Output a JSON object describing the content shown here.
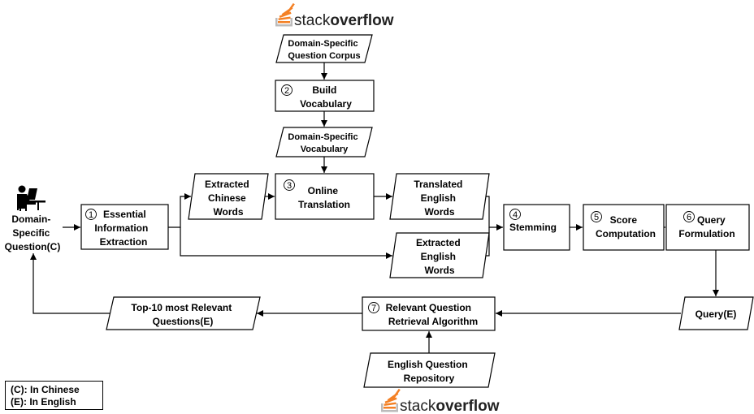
{
  "logos": {
    "top": "stackoverflow",
    "bottom": "stackoverflow"
  },
  "user": {
    "icon": "user-at-desk-icon",
    "label": [
      "Domain-",
      "Specific",
      "Question(C)"
    ]
  },
  "data_nodes": {
    "question_corpus": [
      "Domain-Specific",
      "Question Corpus"
    ],
    "domain_vocabulary": [
      "Domain-Specific",
      "Vocabulary"
    ],
    "extracted_chinese_words": [
      "Extracted",
      "Chinese",
      "Words"
    ],
    "translated_english_words": [
      "Translated",
      "English",
      "Words"
    ],
    "extracted_english_words": [
      "Extracted",
      "English",
      "Words"
    ],
    "query_e": [
      "Query(E)"
    ],
    "top10_questions": [
      "Top-10 most Relevant",
      "Questions(E)"
    ],
    "english_repository": [
      "English Question",
      "Repository"
    ]
  },
  "process_nodes": {
    "build_vocabulary": {
      "number": "2",
      "label": [
        "Build",
        "Vocabulary"
      ]
    },
    "info_extraction": {
      "number": "1",
      "label": [
        "Essential",
        "Information",
        "Extraction"
      ]
    },
    "online_translation": {
      "number": "3",
      "label": [
        "Online",
        "Translation"
      ]
    },
    "stemming": {
      "number": "4",
      "label": [
        "Stemming"
      ]
    },
    "score_computation": {
      "number": "5",
      "label": [
        "Score",
        "Computation"
      ]
    },
    "query_formulation": {
      "number": "6",
      "label": [
        "Query",
        "Formulation"
      ]
    },
    "retrieval_algorithm": {
      "number": "7",
      "label": [
        "Relevant Question",
        "Retrieval Algorithm"
      ]
    }
  },
  "legend": {
    "chinese": "(C): In Chinese",
    "english": "(E): In English"
  },
  "colors": {
    "logo_orange": "#f48024",
    "logo_gray": "#bcbbbb",
    "stroke": "#000000"
  }
}
